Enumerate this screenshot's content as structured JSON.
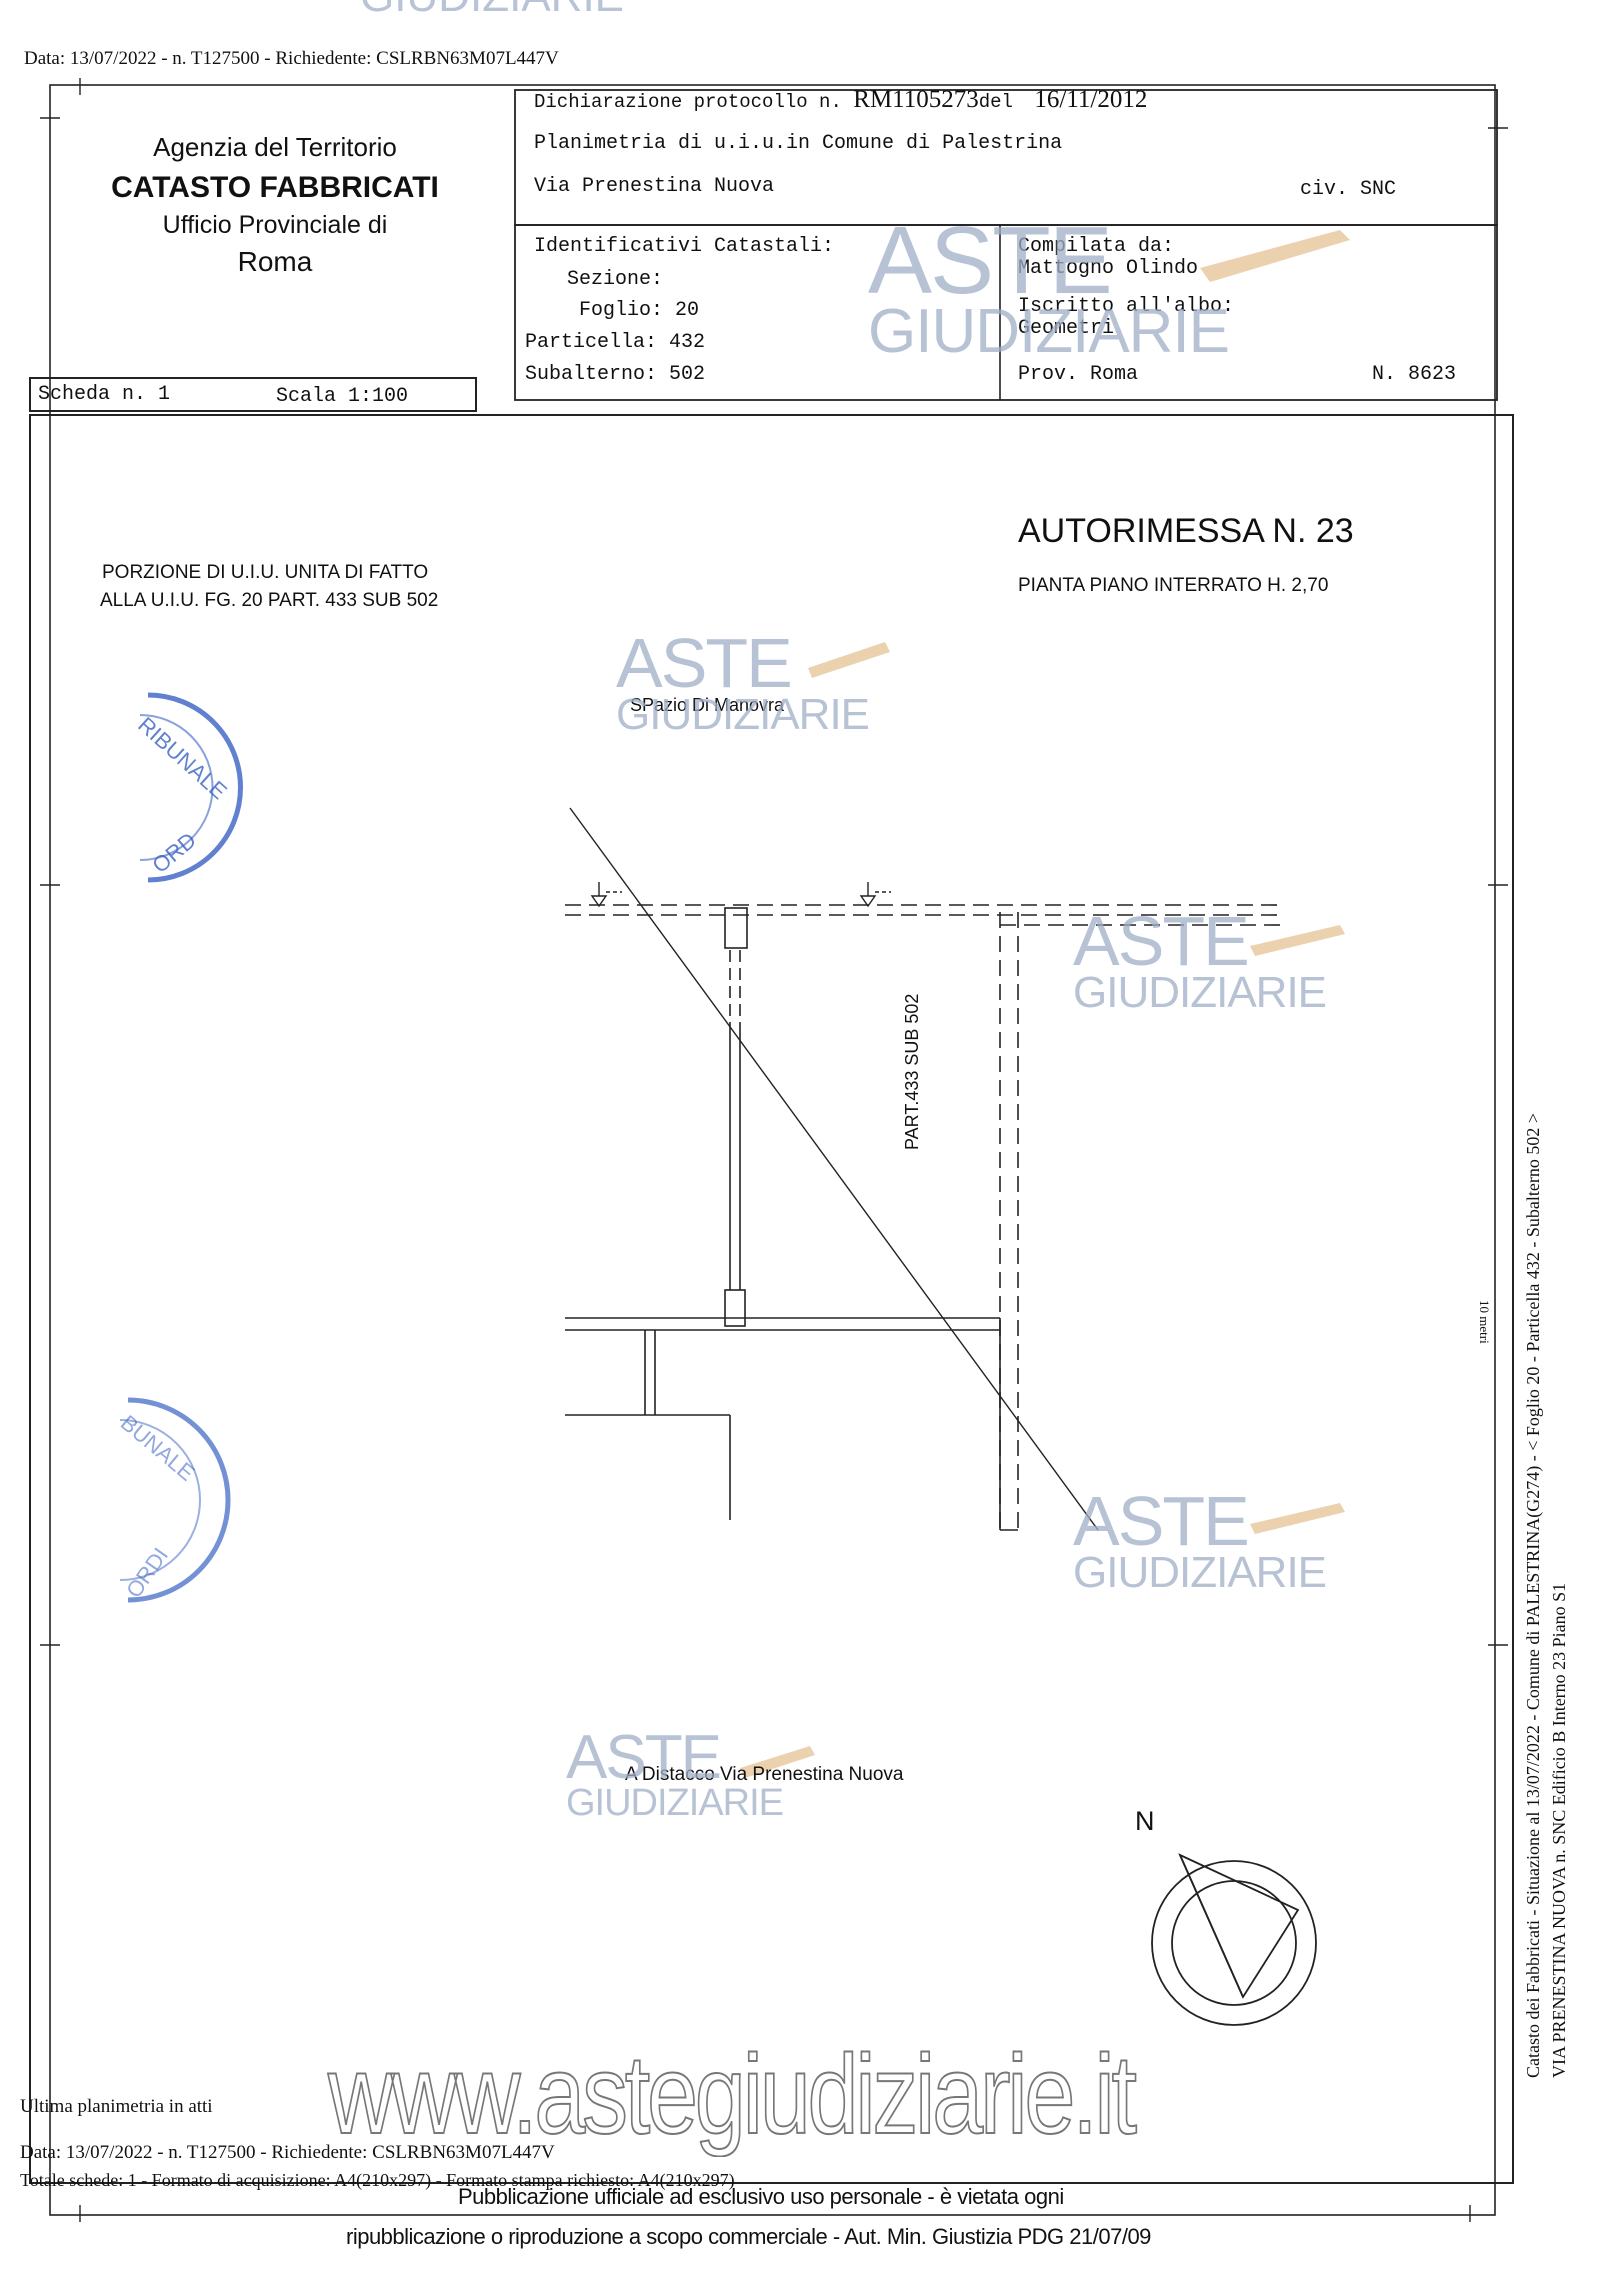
{
  "top_watermark": "GIUDIZIARIE",
  "header_line": "Data: 13/07/2022 - n. T127500 - Richiedente: CSLRBN63M07L447V",
  "agency": {
    "line1": "Agenzia del Territorio",
    "line2": "CATASTO FABBRICATI",
    "line3": "Ufficio Provinciale di",
    "line4": "Roma"
  },
  "declaration": {
    "prefix": "Dichiarazione protocollo n.",
    "protocol": "RM1105273",
    "del": "del",
    "date": "16/11/2012",
    "planimetria": "Planimetria di u.i.u.in Comune di Palestrina",
    "address": "Via Prenestina Nuova",
    "civ": "civ. SNC"
  },
  "identifiers": {
    "title": "Identificativi Catastali:",
    "sezione": "Sezione:",
    "foglio": "Foglio: 20",
    "particella": "Particella: 432",
    "subalterno": "Subalterno: 502"
  },
  "compiler": {
    "compilata": "Compilata da:",
    "name": "Mattogno Olindo",
    "iscritto": "Iscritto all'albo:",
    "albo": "Geometri",
    "prov": "Prov. Roma",
    "number": "N. 8623"
  },
  "scheda": {
    "label": "Scheda n. 1",
    "scala": "Scala 1:100"
  },
  "plan": {
    "title": "AUTORIMESSA N. 23",
    "subtitle": "PIANTA PIANO INTERRATO H. 2,70",
    "porzione_line1": "PORZIONE DI U.I.U. UNITA DI FATTO",
    "porzione_line2": "ALLA U.I.U. FG. 20 PART. 433 SUB 502",
    "spazio": "SPazio Di Manovra",
    "part_label": "PART.433 SUB 502",
    "distacco": "A Distacco Via Prenestina Nuova",
    "north": "N",
    "side_mark": "10 metri"
  },
  "watermark": {
    "aste": "ASTE",
    "giudiziarie": "GIUDIZIARIE",
    "site": "www.astegiudiziarie.it"
  },
  "stamp": {
    "text_top": "RIBUNALE",
    "text_bottom": "ORD",
    "text2_top": "BUNALE",
    "text2_bottom": "ORDI"
  },
  "side_text": {
    "line1": "Catasto dei Fabbricati - Situazione al 13/07/2022 - Comune di PALESTRINA(G274) - < Foglio 20 - Particella 432 - Subalterno 502 >",
    "line2": "VIA PRENESTINA NUOVA n. SNC Edificio B Interno 23 Piano S1"
  },
  "footer": {
    "ultima": "Ultima planimetria in atti",
    "data_line": "Data: 13/07/2022 - n. T127500 - Richiedente: CSLRBN63M07L447V",
    "totale": "Totale schede: 1 - Formato di acquisizione: A4(210x297) - Formato stampa richiesto: A4(210x297)",
    "notice1": "Pubblicazione ufficiale ad esclusivo uso personale - è vietata ogni",
    "notice2": "ripubblicazione o riproduzione a scopo commerciale - Aut. Min. Giustizia PDG 21/07/09"
  },
  "colors": {
    "ink": "#111111",
    "watermark": "#9fb0c7",
    "stamp": "#3a62c4",
    "gavel": "#e8c9a0"
  }
}
